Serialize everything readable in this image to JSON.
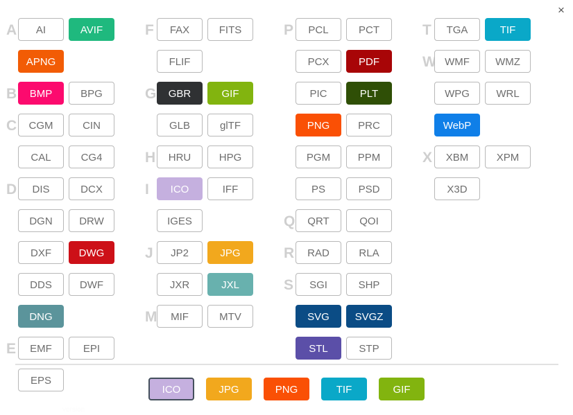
{
  "window": {
    "close_label": "×"
  },
  "colors": {
    "chip_border": "#b8b8b8",
    "chip_text": "#6d6d6d",
    "letter": "#cfcfcf",
    "divider": "#e2e2e2",
    "selected_outline": "#44505c"
  },
  "groups": [
    {
      "name": "column-1",
      "letters": [
        {
          "letter": "A",
          "chips": [
            {
              "label": "AI",
              "color": null
            },
            {
              "label": "AVIF",
              "color": "#1fb97e"
            },
            {
              "label": "APNG",
              "color": "#f25c05"
            }
          ]
        },
        {
          "letter": "B",
          "chips": [
            {
              "label": "BMP",
              "color": "#fc0a6e"
            },
            {
              "label": "BPG",
              "color": null
            }
          ]
        },
        {
          "letter": "C",
          "chips": [
            {
              "label": "CGM",
              "color": null
            },
            {
              "label": "CIN",
              "color": null
            },
            {
              "label": "CAL",
              "color": null
            },
            {
              "label": "CG4",
              "color": null
            }
          ]
        },
        {
          "letter": "D",
          "chips": [
            {
              "label": "DIS",
              "color": null
            },
            {
              "label": "DCX",
              "color": null
            },
            {
              "label": "DGN",
              "color": null
            },
            {
              "label": "DRW",
              "color": null
            },
            {
              "label": "DXF",
              "color": null
            },
            {
              "label": "DWG",
              "color": "#cd1018"
            },
            {
              "label": "DDS",
              "color": null
            },
            {
              "label": "DWF",
              "color": null
            },
            {
              "label": "DNG",
              "color": "#5b949b"
            }
          ]
        },
        {
          "letter": "E",
          "chips": [
            {
              "label": "EMF",
              "color": null
            },
            {
              "label": "EPI",
              "color": null
            },
            {
              "label": "EPS",
              "color": null
            }
          ]
        }
      ]
    },
    {
      "name": "column-2",
      "letters": [
        {
          "letter": "F",
          "chips": [
            {
              "label": "FAX",
              "color": null
            },
            {
              "label": "FITS",
              "color": null
            },
            {
              "label": "FLIF",
              "color": null
            }
          ]
        },
        {
          "letter": "G",
          "chips": [
            {
              "label": "GBR",
              "color": "#2f3133"
            },
            {
              "label": "GIF",
              "color": "#82b40f"
            },
            {
              "label": "GLB",
              "color": null
            },
            {
              "label": "glTF",
              "color": null
            }
          ]
        },
        {
          "letter": "H",
          "chips": [
            {
              "label": "HRU",
              "color": null
            },
            {
              "label": "HPG",
              "color": null
            }
          ]
        },
        {
          "letter": "I",
          "chips": [
            {
              "label": "ICO",
              "color": "#c5b0df"
            },
            {
              "label": "IFF",
              "color": null
            },
            {
              "label": "IGES",
              "color": null
            }
          ]
        },
        {
          "letter": "J",
          "chips": [
            {
              "label": "JP2",
              "color": null
            },
            {
              "label": "JPG",
              "color": "#f2a81d"
            },
            {
              "label": "JXR",
              "color": null
            },
            {
              "label": "JXL",
              "color": "#68b1ae"
            }
          ]
        },
        {
          "letter": "M",
          "chips": [
            {
              "label": "MIF",
              "color": null
            },
            {
              "label": "MTV",
              "color": null
            }
          ]
        }
      ]
    },
    {
      "name": "column-3",
      "letters": [
        {
          "letter": "P",
          "chips": [
            {
              "label": "PCL",
              "color": null
            },
            {
              "label": "PCT",
              "color": null
            },
            {
              "label": "PCX",
              "color": null
            },
            {
              "label": "PDF",
              "color": "#a80507"
            },
            {
              "label": "PIC",
              "color": null
            },
            {
              "label": "PLT",
              "color": "#2f4f06"
            },
            {
              "label": "PNG",
              "color": "#fa5005"
            },
            {
              "label": "PRC",
              "color": null
            },
            {
              "label": "PGM",
              "color": null
            },
            {
              "label": "PPM",
              "color": null
            },
            {
              "label": "PS",
              "color": null
            },
            {
              "label": "PSD",
              "color": null
            }
          ]
        },
        {
          "letter": "Q",
          "chips": [
            {
              "label": "QRT",
              "color": null
            },
            {
              "label": "QOI",
              "color": null
            }
          ]
        },
        {
          "letter": "R",
          "chips": [
            {
              "label": "RAD",
              "color": null
            },
            {
              "label": "RLA",
              "color": null
            }
          ]
        },
        {
          "letter": "S",
          "chips": [
            {
              "label": "SGI",
              "color": null
            },
            {
              "label": "SHP",
              "color": null
            },
            {
              "label": "SVG",
              "color": "#0b4c85"
            },
            {
              "label": "SVGZ",
              "color": "#0b4c85"
            },
            {
              "label": "STL",
              "color": "#5b4fa8"
            },
            {
              "label": "STP",
              "color": null
            }
          ]
        }
      ]
    },
    {
      "name": "column-4",
      "letters": [
        {
          "letter": "T",
          "chips": [
            {
              "label": "TGA",
              "color": null
            },
            {
              "label": "TIF",
              "color": "#0aa8c8"
            }
          ]
        },
        {
          "letter": "W",
          "chips": [
            {
              "label": "WMF",
              "color": null
            },
            {
              "label": "WMZ",
              "color": null
            },
            {
              "label": "WPG",
              "color": null
            },
            {
              "label": "WRL",
              "color": null
            },
            {
              "label": "WebP",
              "color": "#0f7fe8"
            }
          ]
        },
        {
          "letter": "X",
          "chips": [
            {
              "label": "XBM",
              "color": null
            },
            {
              "label": "XPM",
              "color": null
            },
            {
              "label": "X3D",
              "color": null
            }
          ]
        }
      ]
    }
  ],
  "footer": {
    "chips": [
      {
        "label": "ICO",
        "color": "#c5b0df",
        "selected": true
      },
      {
        "label": "JPG",
        "color": "#f2a81d",
        "selected": false
      },
      {
        "label": "PNG",
        "color": "#fa5005",
        "selected": false
      },
      {
        "label": "TIF",
        "color": "#0aa8c8",
        "selected": false
      },
      {
        "label": "GIF",
        "color": "#82b40f",
        "selected": false
      }
    ]
  },
  "ghost_label": "version"
}
